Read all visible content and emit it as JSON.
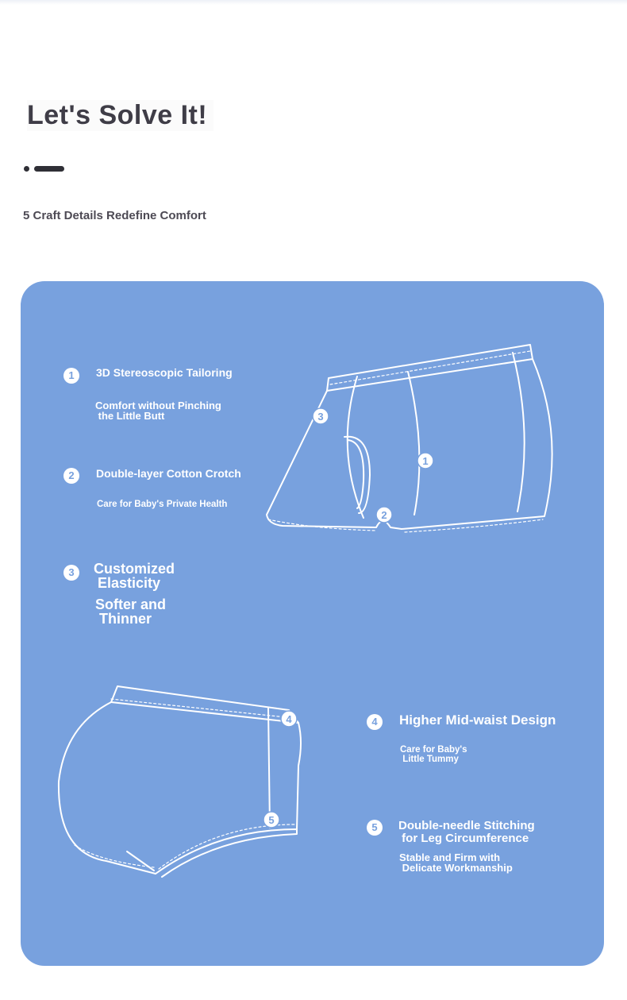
{
  "header": {
    "title": "Let's Solve It!",
    "subtitle": "5 Craft Details Redefine Comfort"
  },
  "colors": {
    "panel": "#78a1de",
    "title": "#3f3d47",
    "accent_dark": "#2f2f36",
    "text_on_panel": "#ffffff"
  },
  "features": [
    {
      "number": "1",
      "title": "3D Stereoscopic Tailoring",
      "description": "Comfort without Pinching\n the Little Butt"
    },
    {
      "number": "2",
      "title": "Double-layer Cotton Crotch",
      "description": "Care for Baby's Private Health"
    },
    {
      "number": "3",
      "title": "Customized\n Elasticity",
      "description": "Softer and\n Thinner"
    },
    {
      "number": "4",
      "title": "Higher Mid-waist Design",
      "description": "Care for Baby's\n Little Tummy"
    },
    {
      "number": "5",
      "title": "Double-needle Stitching\n for Leg Circumference",
      "description": "Stable and Firm with\n Delicate Workmanship"
    }
  ],
  "illustrations": {
    "front_markers": [
      "1",
      "2",
      "3"
    ],
    "back_markers": [
      "4",
      "5"
    ],
    "icon": "boxer-briefs-line-drawing"
  }
}
